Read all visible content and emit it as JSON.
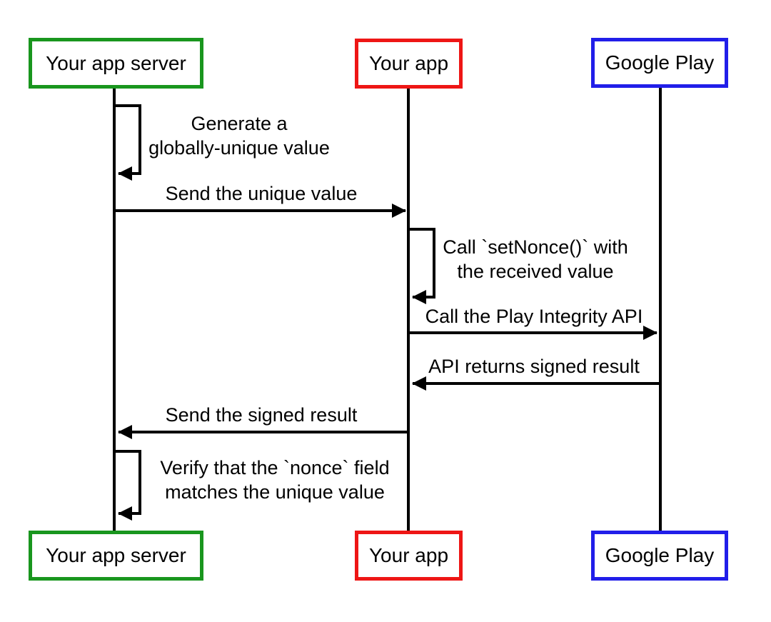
{
  "diagram": {
    "type": "sequence",
    "colors": {
      "app_server_border": "#19961e",
      "app_border": "#ee1615",
      "google_play_border": "#211ee9",
      "line": "#000000",
      "background": "#ffffff"
    },
    "actors": [
      {
        "id": "app-server",
        "label": "Your app server",
        "border_color": "#19961e"
      },
      {
        "id": "app",
        "label": "Your app",
        "border_color": "#ee1615"
      },
      {
        "id": "google-play",
        "label": "Google Play",
        "border_color": "#211ee9"
      }
    ],
    "messages": [
      {
        "type": "self",
        "actor": "app-server",
        "label_line1": "Generate a",
        "label_line2": "globally-unique value"
      },
      {
        "type": "arrow",
        "from": "app-server",
        "to": "app",
        "label": "Send the unique value"
      },
      {
        "type": "self",
        "actor": "app",
        "label_line1": "Call `setNonce()` with",
        "label_line2": "the received value"
      },
      {
        "type": "arrow",
        "from": "app",
        "to": "google-play",
        "label": "Call the Play Integrity API"
      },
      {
        "type": "arrow",
        "from": "google-play",
        "to": "app",
        "label": "API returns signed result"
      },
      {
        "type": "arrow",
        "from": "app",
        "to": "app-server",
        "label": "Send the signed result"
      },
      {
        "type": "self",
        "actor": "app-server",
        "label_line1": "Verify that the `nonce` field",
        "label_line2": "matches the unique value"
      }
    ]
  }
}
